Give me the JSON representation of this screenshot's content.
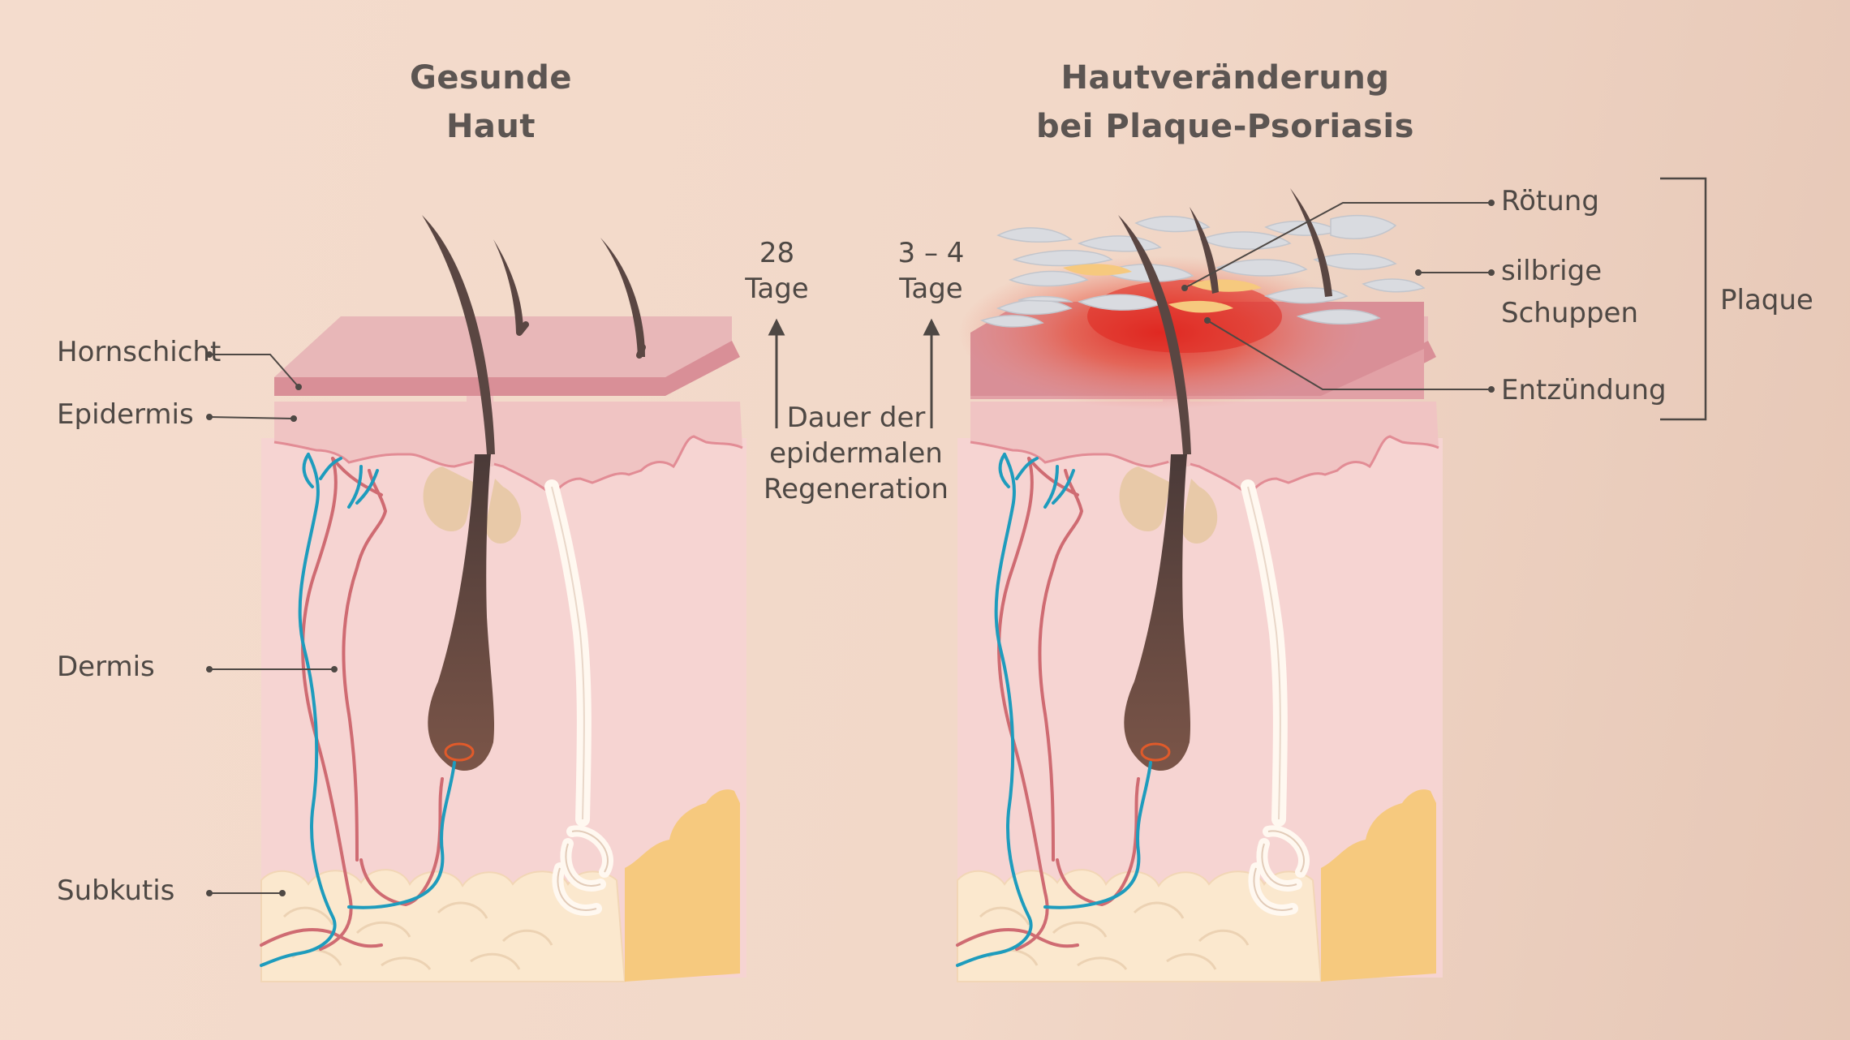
{
  "titles": {
    "healthy": [
      "Gesunde",
      "Haut"
    ],
    "psoriasis": [
      "Hautveränderung",
      "bei Plaque-Psoriasis"
    ]
  },
  "layer_labels": {
    "hornschicht": "Hornschicht",
    "epidermis": "Epidermis",
    "dermis": "Dermis",
    "subkutis": "Subkutis"
  },
  "regeneration": {
    "healthy_value": "28",
    "healthy_unit": "Tage",
    "psoriasis_value": "3 – 4",
    "psoriasis_unit": "Tage",
    "caption": [
      "Dauer der",
      "epidermalen",
      "Regeneration"
    ]
  },
  "psoriasis_labels": {
    "roetung": "Rötung",
    "schuppen": [
      "silbrige",
      "Schuppen"
    ],
    "entzuendung": "Entzündung",
    "plaque": "Plaque"
  },
  "colors": {
    "background": "#f3dacb",
    "dermis": "#f6d4d2",
    "epidermis": "#f0c4c3",
    "hornschicht": "#d98f97",
    "subkutis": "#fbe8ce",
    "fat_side": "#f6c97e",
    "hair": "#5a4642",
    "blood_vessel_red": "#cf6b72",
    "blood_vessel_blue": "#1e9cbd",
    "inflammation": "#e0261f",
    "scales": "#d9dbe0"
  }
}
